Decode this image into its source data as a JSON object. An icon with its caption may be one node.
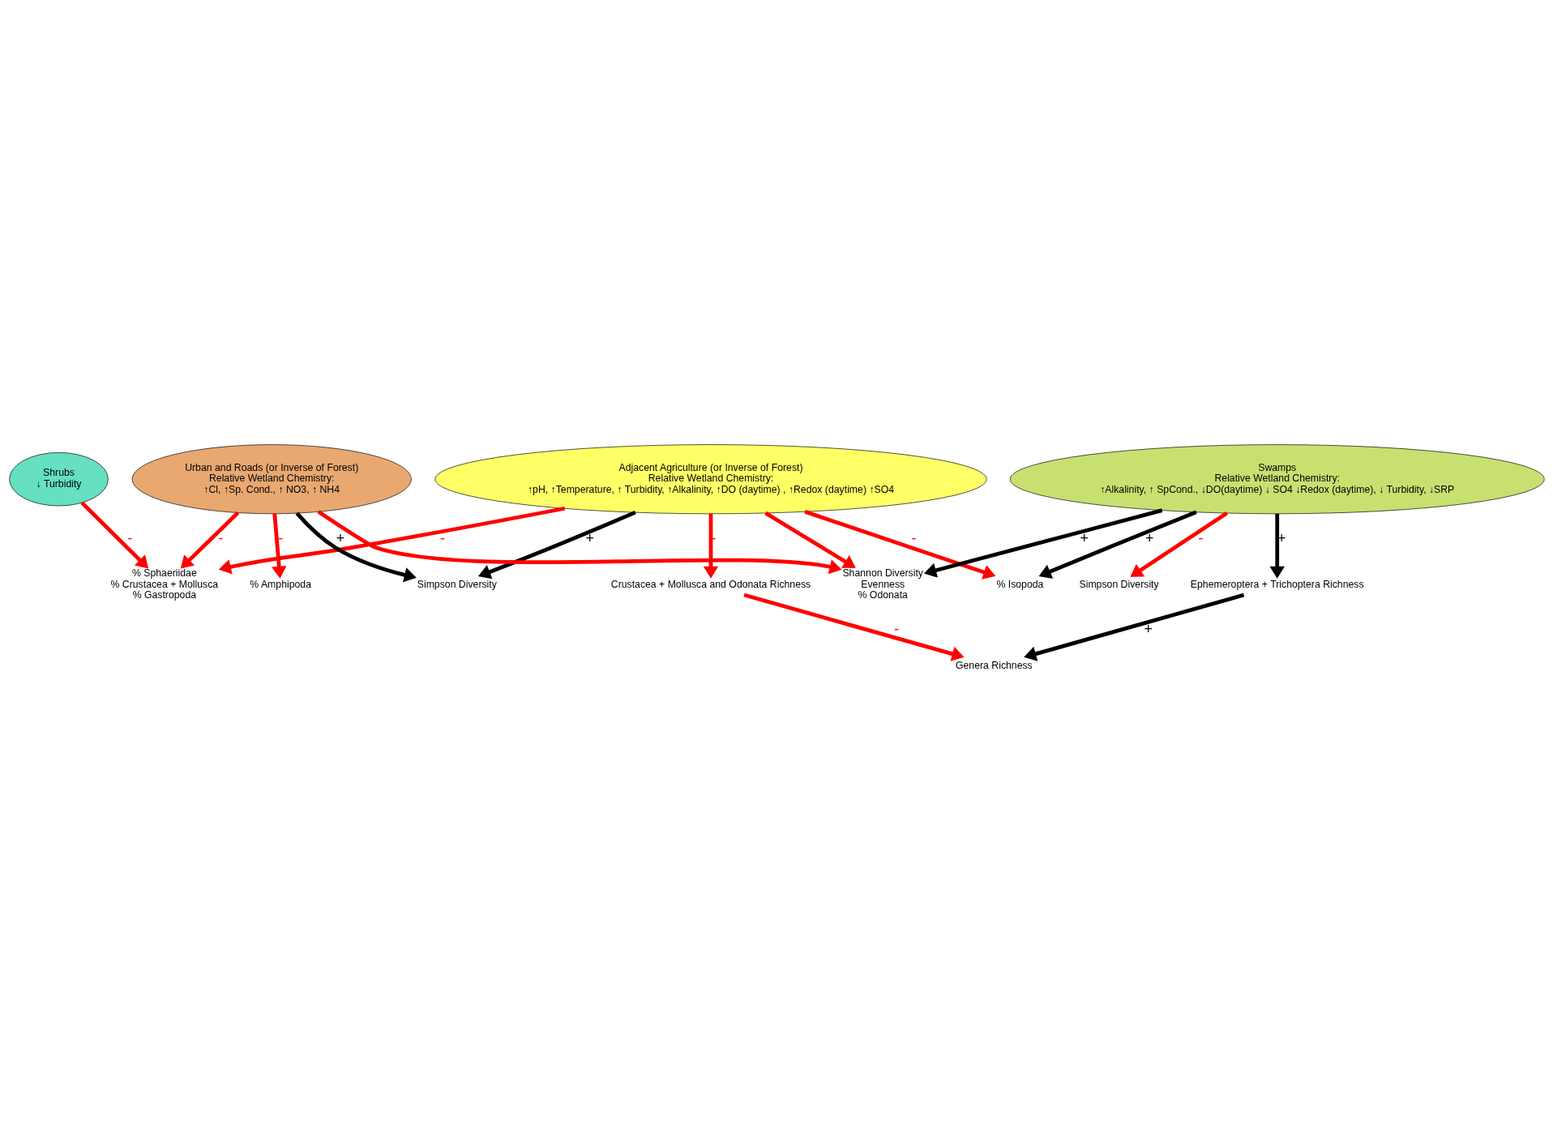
{
  "diagram": {
    "nodes": [
      {
        "text": [
          "Adjacent Agriculture (or Inverse of Forest)",
          "Relative Wetland Chemistry:",
          "↑pH, ↑Temperature, ↑ Turbidity, ↑Alkalinity, ↑DO (daytime) , ↑Redox (daytime) ↑SO4"
        ]
      },
      {
        "text": [
          "Simpson Diversity"
        ]
      },
      {
        "text": [
          "Urban and Roads (or Inverse of Forest)",
          "Relative Wetland Chemistry:",
          "↑Cl, ↑Sp. Cond., ↑ NO3, ↑ NH4"
        ]
      },
      {
        "text": [
          "Shrubs",
          "↓ Turbidity"
        ]
      },
      {
        "text": [
          "% Sphaeriidae",
          "% Crustacea + Mollusca",
          "% Gastropoda"
        ]
      },
      {
        "text": [
          "Shannon Diversity",
          "Evenness",
          "% Odonata"
        ]
      },
      {
        "text": [
          "% Amphipoda"
        ]
      },
      {
        "text": [
          "Crustacea + Mollusca and Odonata Richness"
        ]
      },
      {
        "text": [
          "% Isopoda"
        ]
      },
      {
        "text": [
          "Genera Richness"
        ]
      },
      {
        "text": [
          "Simpson Diversity"
        ]
      },
      {
        "text": [
          "Swamps",
          "Relative Wetland Chemistry:",
          "↑Alkalinity, ↑ SpCond., ↓DO(daytime) ↓ SO4 ↓Redox (daytime), ↓ Turbidity, ↓SRP"
        ]
      },
      {
        "text": [
          "Ephemeroptera + Trichoptera Richness"
        ]
      }
    ],
    "edges": [
      {
        "from": 0,
        "to": 1,
        "arrow": "to",
        "label": "+",
        "color": "#000000"
      },
      {
        "from": 2,
        "to": 1,
        "arrow": "to",
        "label": "+",
        "color": "#000000"
      },
      {
        "from": 3,
        "to": 4,
        "arrow": "to",
        "label": "-"
      },
      {
        "from": 0,
        "to": 7,
        "arrow": "to",
        "label": "-"
      },
      {
        "from": 0,
        "to": 8,
        "arrow": "to",
        "label": "-"
      },
      {
        "from": 0,
        "to": 4,
        "arrow": "to",
        "label": "-"
      },
      {
        "from": 0,
        "to": 5,
        "arrow": "to"
      },
      {
        "from": 2,
        "to": 4,
        "arrow": "to",
        "label": "-"
      },
      {
        "from": 2,
        "to": 5,
        "arrow": "to"
      },
      {
        "from": 2,
        "to": 6,
        "arrow": "to",
        "label": "-"
      },
      {
        "from": 7,
        "to": 9,
        "arrow": "to",
        "label": "-"
      },
      {
        "from": 11,
        "to": 5,
        "arrow": "to",
        "label": "+",
        "color": "#000000"
      },
      {
        "from": 11,
        "to": 8,
        "arrow": "to",
        "label": "+",
        "color": "#000000"
      },
      {
        "from": 11,
        "to": 12,
        "arrow": "to",
        "label": "+",
        "color": "#000000"
      },
      {
        "from": 12,
        "to": 9,
        "arrow": "to",
        "label": "+",
        "color": "#000000"
      },
      {
        "from": 11,
        "to": 10,
        "arrow": "to",
        "label": "-"
      }
    ]
  }
}
